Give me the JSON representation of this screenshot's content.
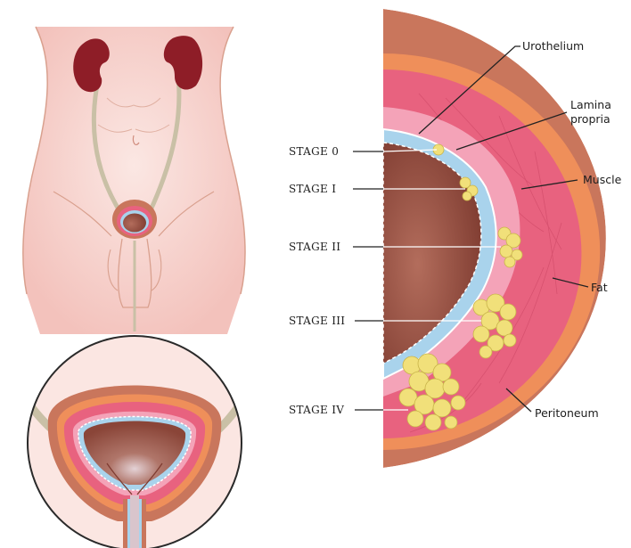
{
  "labels": {
    "urothelium": "Urothelium",
    "lamina_line1": "Lamina",
    "lamina_line2": "propria",
    "muscle": "Muscle",
    "fat": "Fat",
    "peritoneum": "Peritoneum"
  },
  "stages": [
    "STAGE 0",
    "STAGE I",
    "STAGE II",
    "STAGE III",
    "STAGE IV"
  ],
  "colors": {
    "skin": "#f7d4cf",
    "skin_outline": "#d9a08e",
    "kidney": "#8e1d27",
    "ureter": "#c9c0a6",
    "bladder_lumen": "#9a5446",
    "fat_layer": "#ef8f5a",
    "outer_wall": "#c9765c",
    "muscle_layer": "#e8627f",
    "lamina_layer": "#f4a3b8",
    "urothelium_layer": "#a9d3ec",
    "tumor": "#f1e07a"
  }
}
